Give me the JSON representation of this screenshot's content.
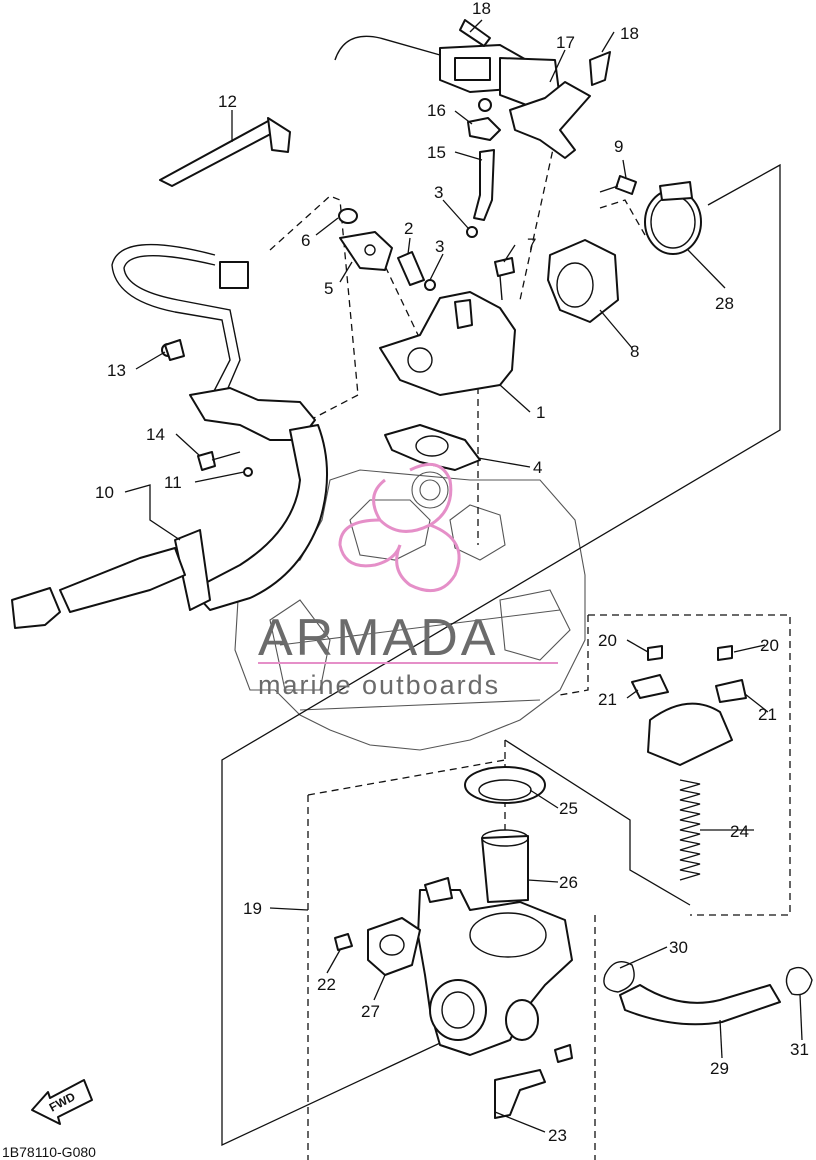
{
  "diagram": {
    "figure_code": "1B78110-G080",
    "direction_label": "FWD",
    "watermark": {
      "brand": "ARMADA",
      "tagline": "marine outboards",
      "accent_color": "#e58fc8",
      "text_color": "#6b6b6b"
    },
    "callouts": [
      "18",
      "17",
      "18",
      "12",
      "16",
      "15",
      "9",
      "3",
      "2",
      "3",
      "7",
      "6",
      "5",
      "28",
      "8",
      "13",
      "1",
      "14",
      "4",
      "10",
      "11",
      "20",
      "20",
      "21",
      "21",
      "25",
      "24",
      "26",
      "19",
      "30",
      "22",
      "27",
      "29",
      "31",
      "23"
    ]
  }
}
